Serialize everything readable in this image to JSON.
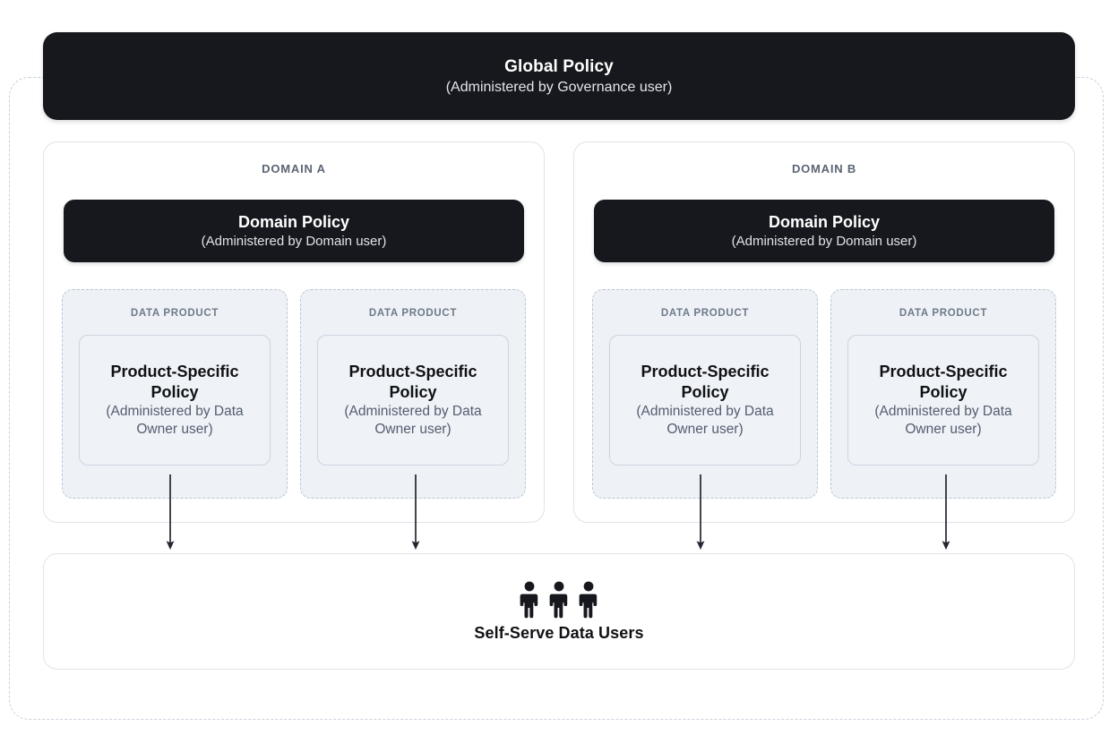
{
  "diagram": {
    "global_policy": {
      "title": "Global Policy",
      "subtitle": "(Administered by Governance user)"
    },
    "platform_boundary": {
      "style": "dashed"
    },
    "domains": [
      {
        "label": "DOMAIN A",
        "policy": {
          "title": "Domain Policy",
          "subtitle": "(Administered by Domain user)"
        },
        "data_products": [
          {
            "label": "DATA PRODUCT",
            "policy_title": "Product-Specific Policy",
            "policy_subtitle": "(Administered by Data Owner user)"
          },
          {
            "label": "DATA PRODUCT",
            "policy_title": "Product-Specific Policy",
            "policy_subtitle": "(Administered by Data Owner user)"
          }
        ]
      },
      {
        "label": "DOMAIN B",
        "policy": {
          "title": "Domain Policy",
          "subtitle": "(Administered by Domain user)"
        },
        "data_products": [
          {
            "label": "DATA PRODUCT",
            "policy_title": "Product-Specific Policy",
            "policy_subtitle": "(Administered by Data Owner user)"
          },
          {
            "label": "DATA PRODUCT",
            "policy_title": "Product-Specific Policy",
            "policy_subtitle": "(Administered by Data Owner user)"
          }
        ]
      }
    ],
    "consumers": {
      "label": "Self-Serve Data Users",
      "icon": "person-icon",
      "icon_count": 3
    },
    "connectors": {
      "count": 4,
      "style": "solid-arrow-down",
      "from": "product-specific-policy",
      "to": "self-serve-data-users"
    },
    "colors": {
      "dark_panel": "#16181d",
      "panel_text": "#ffffff",
      "panel_subtext": "#e3e6ec",
      "card_fill": "#eef2f7",
      "card_dashed_border": "#bcc5d3",
      "container_border": "#dfe3ea",
      "boundary_dashed": "#c9d0dc",
      "muted_text": "#5b6474",
      "body_text": "#101114",
      "arrow": "#222630",
      "background": "#ffffff"
    }
  }
}
